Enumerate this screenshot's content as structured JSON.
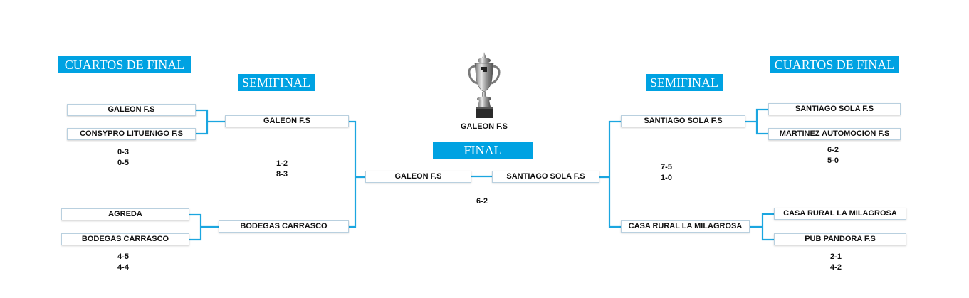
{
  "headings": {
    "quarters_left": "CUARTOS DE FINAL",
    "semis_left": "SEMIFINAL",
    "final": "FINAL",
    "semis_right": "SEMIFINAL",
    "quarters_right": "CUARTOS DE FINAL"
  },
  "champion": "GALEON F.S",
  "left": {
    "quarters": {
      "top": {
        "team1": "GALEON F.S",
        "team2": "CONSYPRO LITUENIGO F.S",
        "scores": [
          "0-3",
          "0-5"
        ]
      },
      "bottom": {
        "team1": "AGREDA",
        "team2": "BODEGAS CARRASCO",
        "scores": [
          "4-5",
          "4-4"
        ]
      }
    },
    "semis": {
      "team1": "GALEON F.S",
      "team2": "BODEGAS CARRASCO",
      "scores": [
        "1-2",
        "8-3"
      ]
    }
  },
  "final": {
    "team1": "GALEON F.S",
    "team2": "SANTIAGO SOLA F.S",
    "score": "6-2"
  },
  "right": {
    "semis": {
      "team1": "SANTIAGO SOLA F.S",
      "team2": "CASA RURAL LA MILAGROSA",
      "scores": [
        "7-5",
        "1-0"
      ]
    },
    "quarters": {
      "top": {
        "team1": "SANTIAGO SOLA F.S",
        "team2": "MARTINEZ AUTOMOCION F.S",
        "scores": [
          "6-2",
          "5-0"
        ]
      },
      "bottom": {
        "team1": "CASA RURAL LA MILAGROSA",
        "team2": "PUB PANDORA F.S",
        "scores": [
          "2-1",
          "4-2"
        ]
      }
    }
  },
  "colors": {
    "accent": "#00a2e2",
    "connector": "#1ba6e0"
  },
  "icons": {
    "trophy": "trophy-icon"
  }
}
